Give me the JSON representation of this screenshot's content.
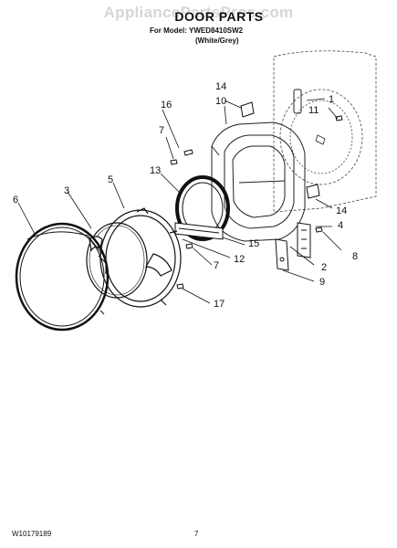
{
  "watermark": "AppliancePartsPros.com",
  "title": "DOOR PARTS",
  "model_label": "For Model:",
  "model_value": "YWED8410SW2",
  "variant": "(White/Grey)",
  "doc_number": "W10179189",
  "page_number": "7",
  "callouts": {
    "c1": "1",
    "c2": "2",
    "c3": "3",
    "c4": "4",
    "c5": "5",
    "c6": "6",
    "c7a": "7",
    "c7b": "7",
    "c8": "8",
    "c9": "9",
    "c10": "10",
    "c11": "11",
    "c12": "12",
    "c13": "13",
    "c14a": "14",
    "c14b": "14",
    "c15": "15",
    "c16": "16",
    "c17": "17"
  }
}
